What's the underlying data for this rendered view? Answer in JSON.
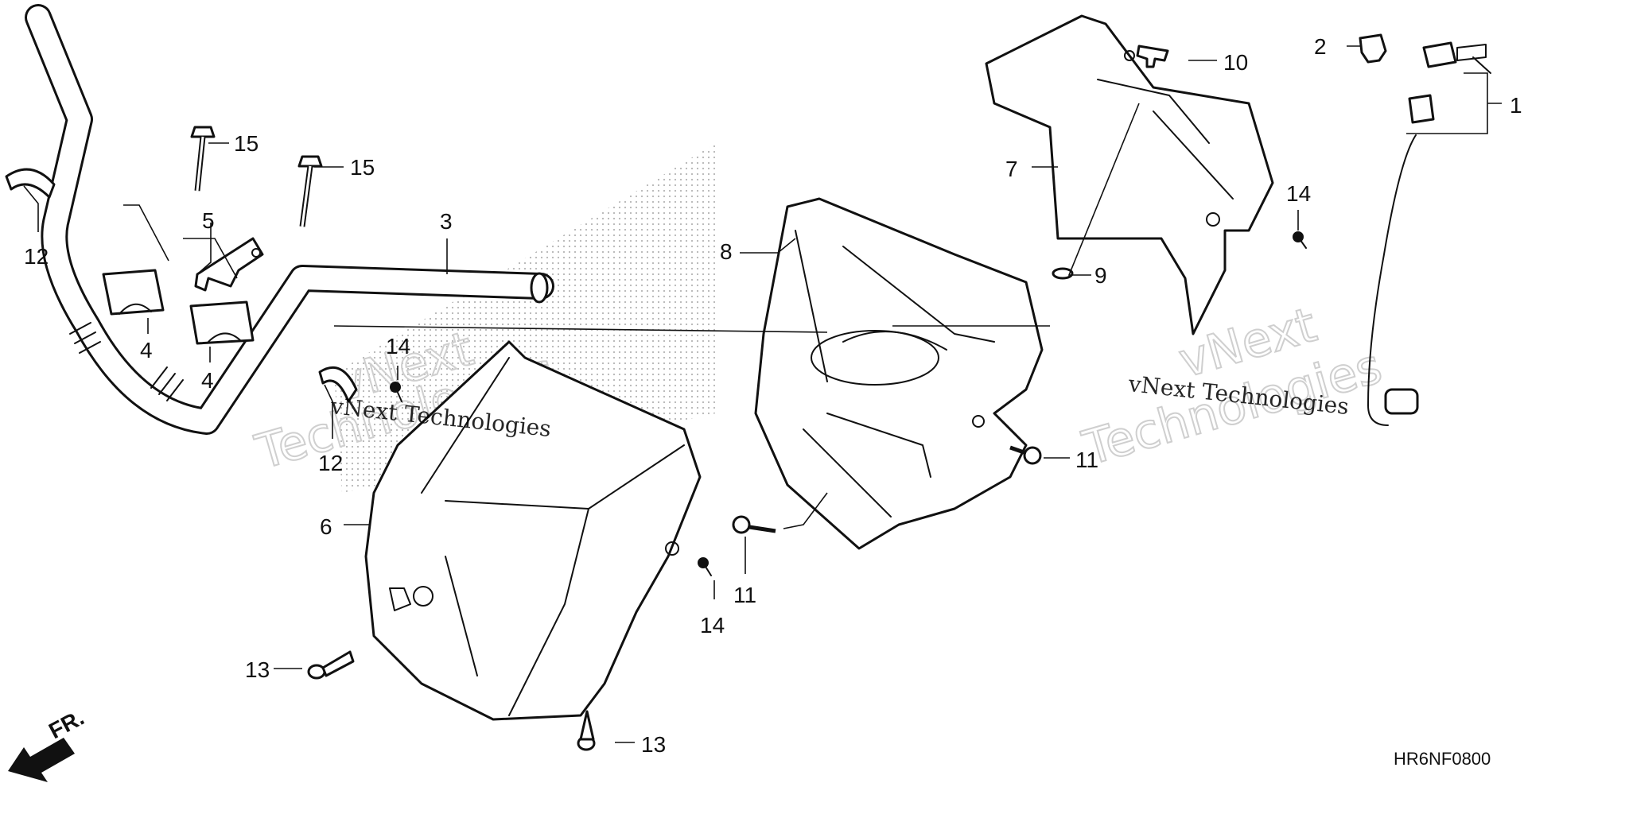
{
  "diagram": {
    "drawing_code": "HR6NF0800",
    "direction_marker": "FR.",
    "watermark": {
      "brand": "vNext",
      "company": "Technologies",
      "full": "vNext Technologies"
    },
    "callouts": [
      {
        "id": "c1",
        "label": "1"
      },
      {
        "id": "c2",
        "label": "2"
      },
      {
        "id": "c3",
        "label": "3"
      },
      {
        "id": "c4a",
        "label": "4"
      },
      {
        "id": "c4b",
        "label": "4"
      },
      {
        "id": "c5",
        "label": "5"
      },
      {
        "id": "c6",
        "label": "6"
      },
      {
        "id": "c7",
        "label": "7"
      },
      {
        "id": "c8",
        "label": "8"
      },
      {
        "id": "c9",
        "label": "9"
      },
      {
        "id": "c10",
        "label": "10"
      },
      {
        "id": "c11a",
        "label": "11"
      },
      {
        "id": "c11b",
        "label": "11"
      },
      {
        "id": "c12a",
        "label": "12"
      },
      {
        "id": "c12b",
        "label": "12"
      },
      {
        "id": "c13a",
        "label": "13"
      },
      {
        "id": "c13b",
        "label": "13"
      },
      {
        "id": "c14a",
        "label": "14"
      },
      {
        "id": "c14b",
        "label": "14"
      },
      {
        "id": "c14c",
        "label": "14"
      },
      {
        "id": "c15a",
        "label": "15"
      },
      {
        "id": "c15b",
        "label": "15"
      }
    ]
  }
}
